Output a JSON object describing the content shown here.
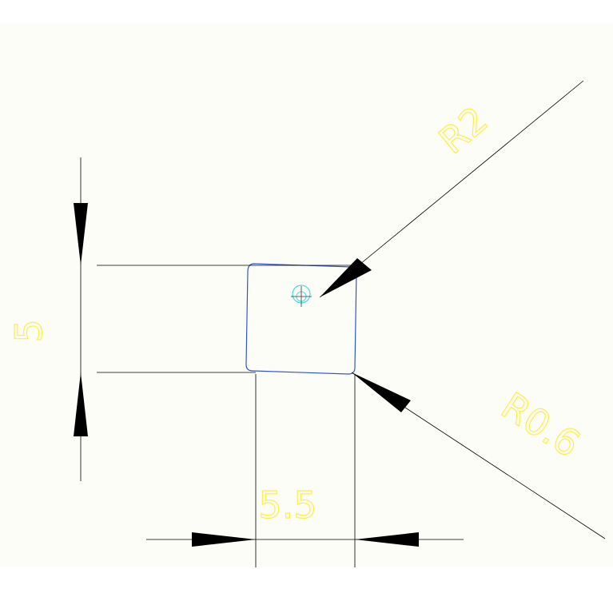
{
  "colors": {
    "background": "#fdfdf8",
    "dimension_line": "#000000",
    "dimension_text": "#ffee44",
    "part_outline": "#3355cc",
    "hole": "#44dddd",
    "center_mark": "#333333"
  },
  "dimensions": {
    "vertical_left": {
      "text": "5"
    },
    "horizontal_bottom": {
      "text": "5.5"
    },
    "radius_upper": {
      "text": "R2"
    },
    "radius_lower": {
      "text": "R0.6"
    }
  },
  "icons": {
    "arrowhead": "solid-triangle-arrowhead",
    "center_mark": "cross-hair-center-mark"
  }
}
